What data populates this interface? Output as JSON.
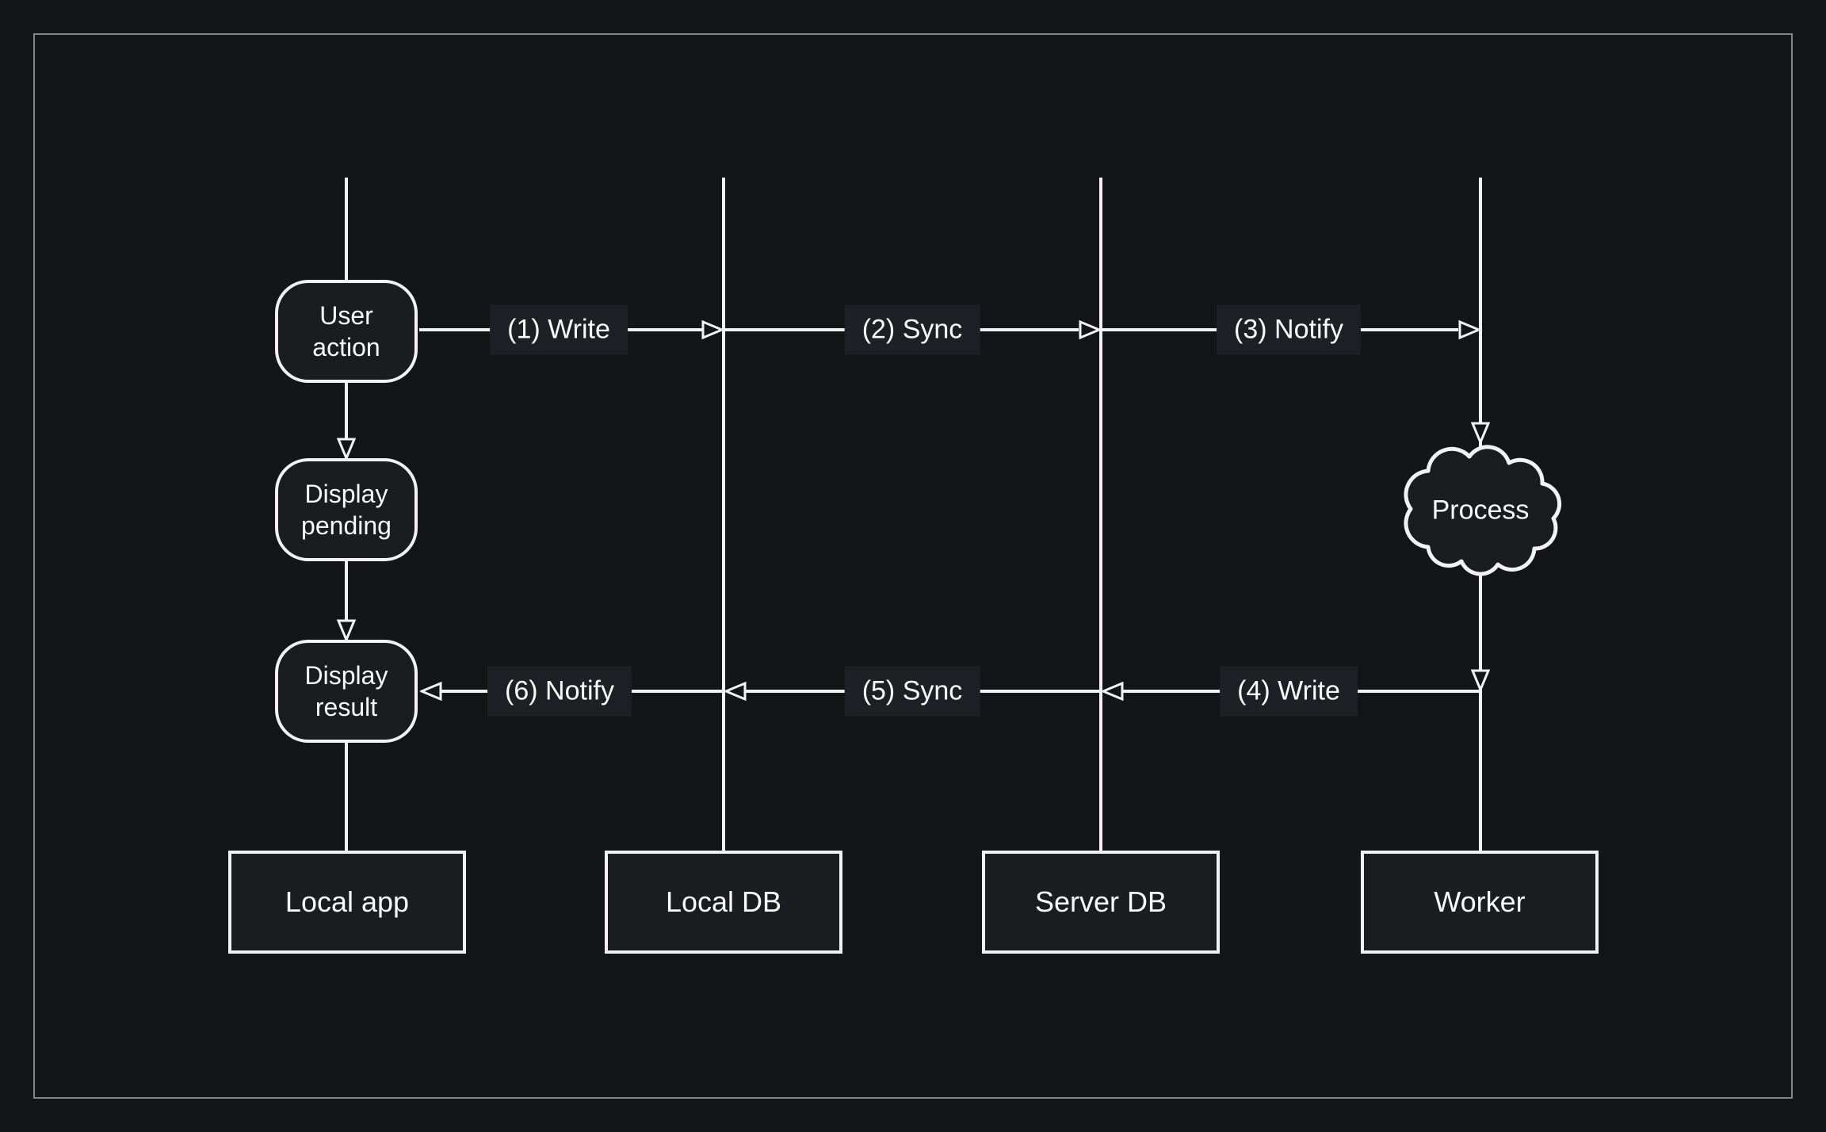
{
  "page": {
    "colors": {
      "bg": "#141518",
      "frame": "#84848a",
      "stroke": "#f2f2f4",
      "text": "#fafafa",
      "node-fill": "#1b1c20",
      "chip-fill": "#1e2025",
      "box-fill": "#1c1d21"
    }
  },
  "flow_nodes": [
    {
      "id": "user-action",
      "label": "User action"
    },
    {
      "id": "display-pending",
      "label": "Display pending"
    },
    {
      "id": "display-result",
      "label": "Display result"
    }
  ],
  "cloud": {
    "label": "Process"
  },
  "messages": [
    {
      "label": "(1) Write"
    },
    {
      "label": "(2) Sync"
    },
    {
      "label": "(3) Notify"
    },
    {
      "label": "(4) Write"
    },
    {
      "label": "(5) Sync"
    },
    {
      "label": "(6) Notify"
    }
  ],
  "actors": [
    {
      "label": "Local app"
    },
    {
      "label": "Local DB"
    },
    {
      "label": "Server DB"
    },
    {
      "label": "Worker"
    }
  ]
}
